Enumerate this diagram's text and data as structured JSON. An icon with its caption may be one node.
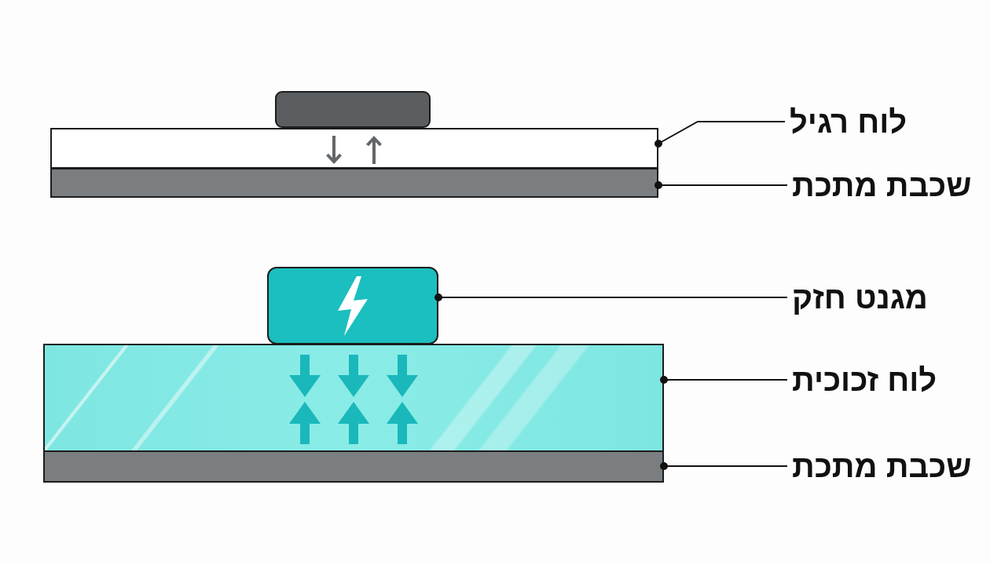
{
  "diagram": {
    "nodes": [
      {
        "text": [],
        "shape": "box"
      },
      {
        "text": [
          "לוח רגיל"
        ]
      },
      {
        "text": [],
        "shape": "box"
      },
      {
        "text": [
          "שכבת מתכת"
        ]
      },
      {
        "text": [],
        "shape": "box"
      },
      {
        "text": [
          "מגנט חזק"
        ]
      },
      {
        "text": [],
        "shape": "box"
      },
      {
        "text": [
          "לוח זכוכית"
        ]
      },
      {
        "text": [],
        "shape": "box"
      },
      {
        "text": [
          "שכבת מתכת"
        ]
      },
      {
        "text": [],
        "shape": "box"
      }
    ],
    "edges": [
      {
        "from": 1,
        "to": 2,
        "arrow": "other"
      },
      {
        "from": 3,
        "to": 4,
        "arrow": "other"
      },
      {
        "from": 5,
        "to": 6,
        "arrow": "other"
      },
      {
        "from": 7,
        "to": 8,
        "arrow": "other"
      },
      {
        "from": 9,
        "to": 10,
        "arrow": "other"
      }
    ]
  }
}
